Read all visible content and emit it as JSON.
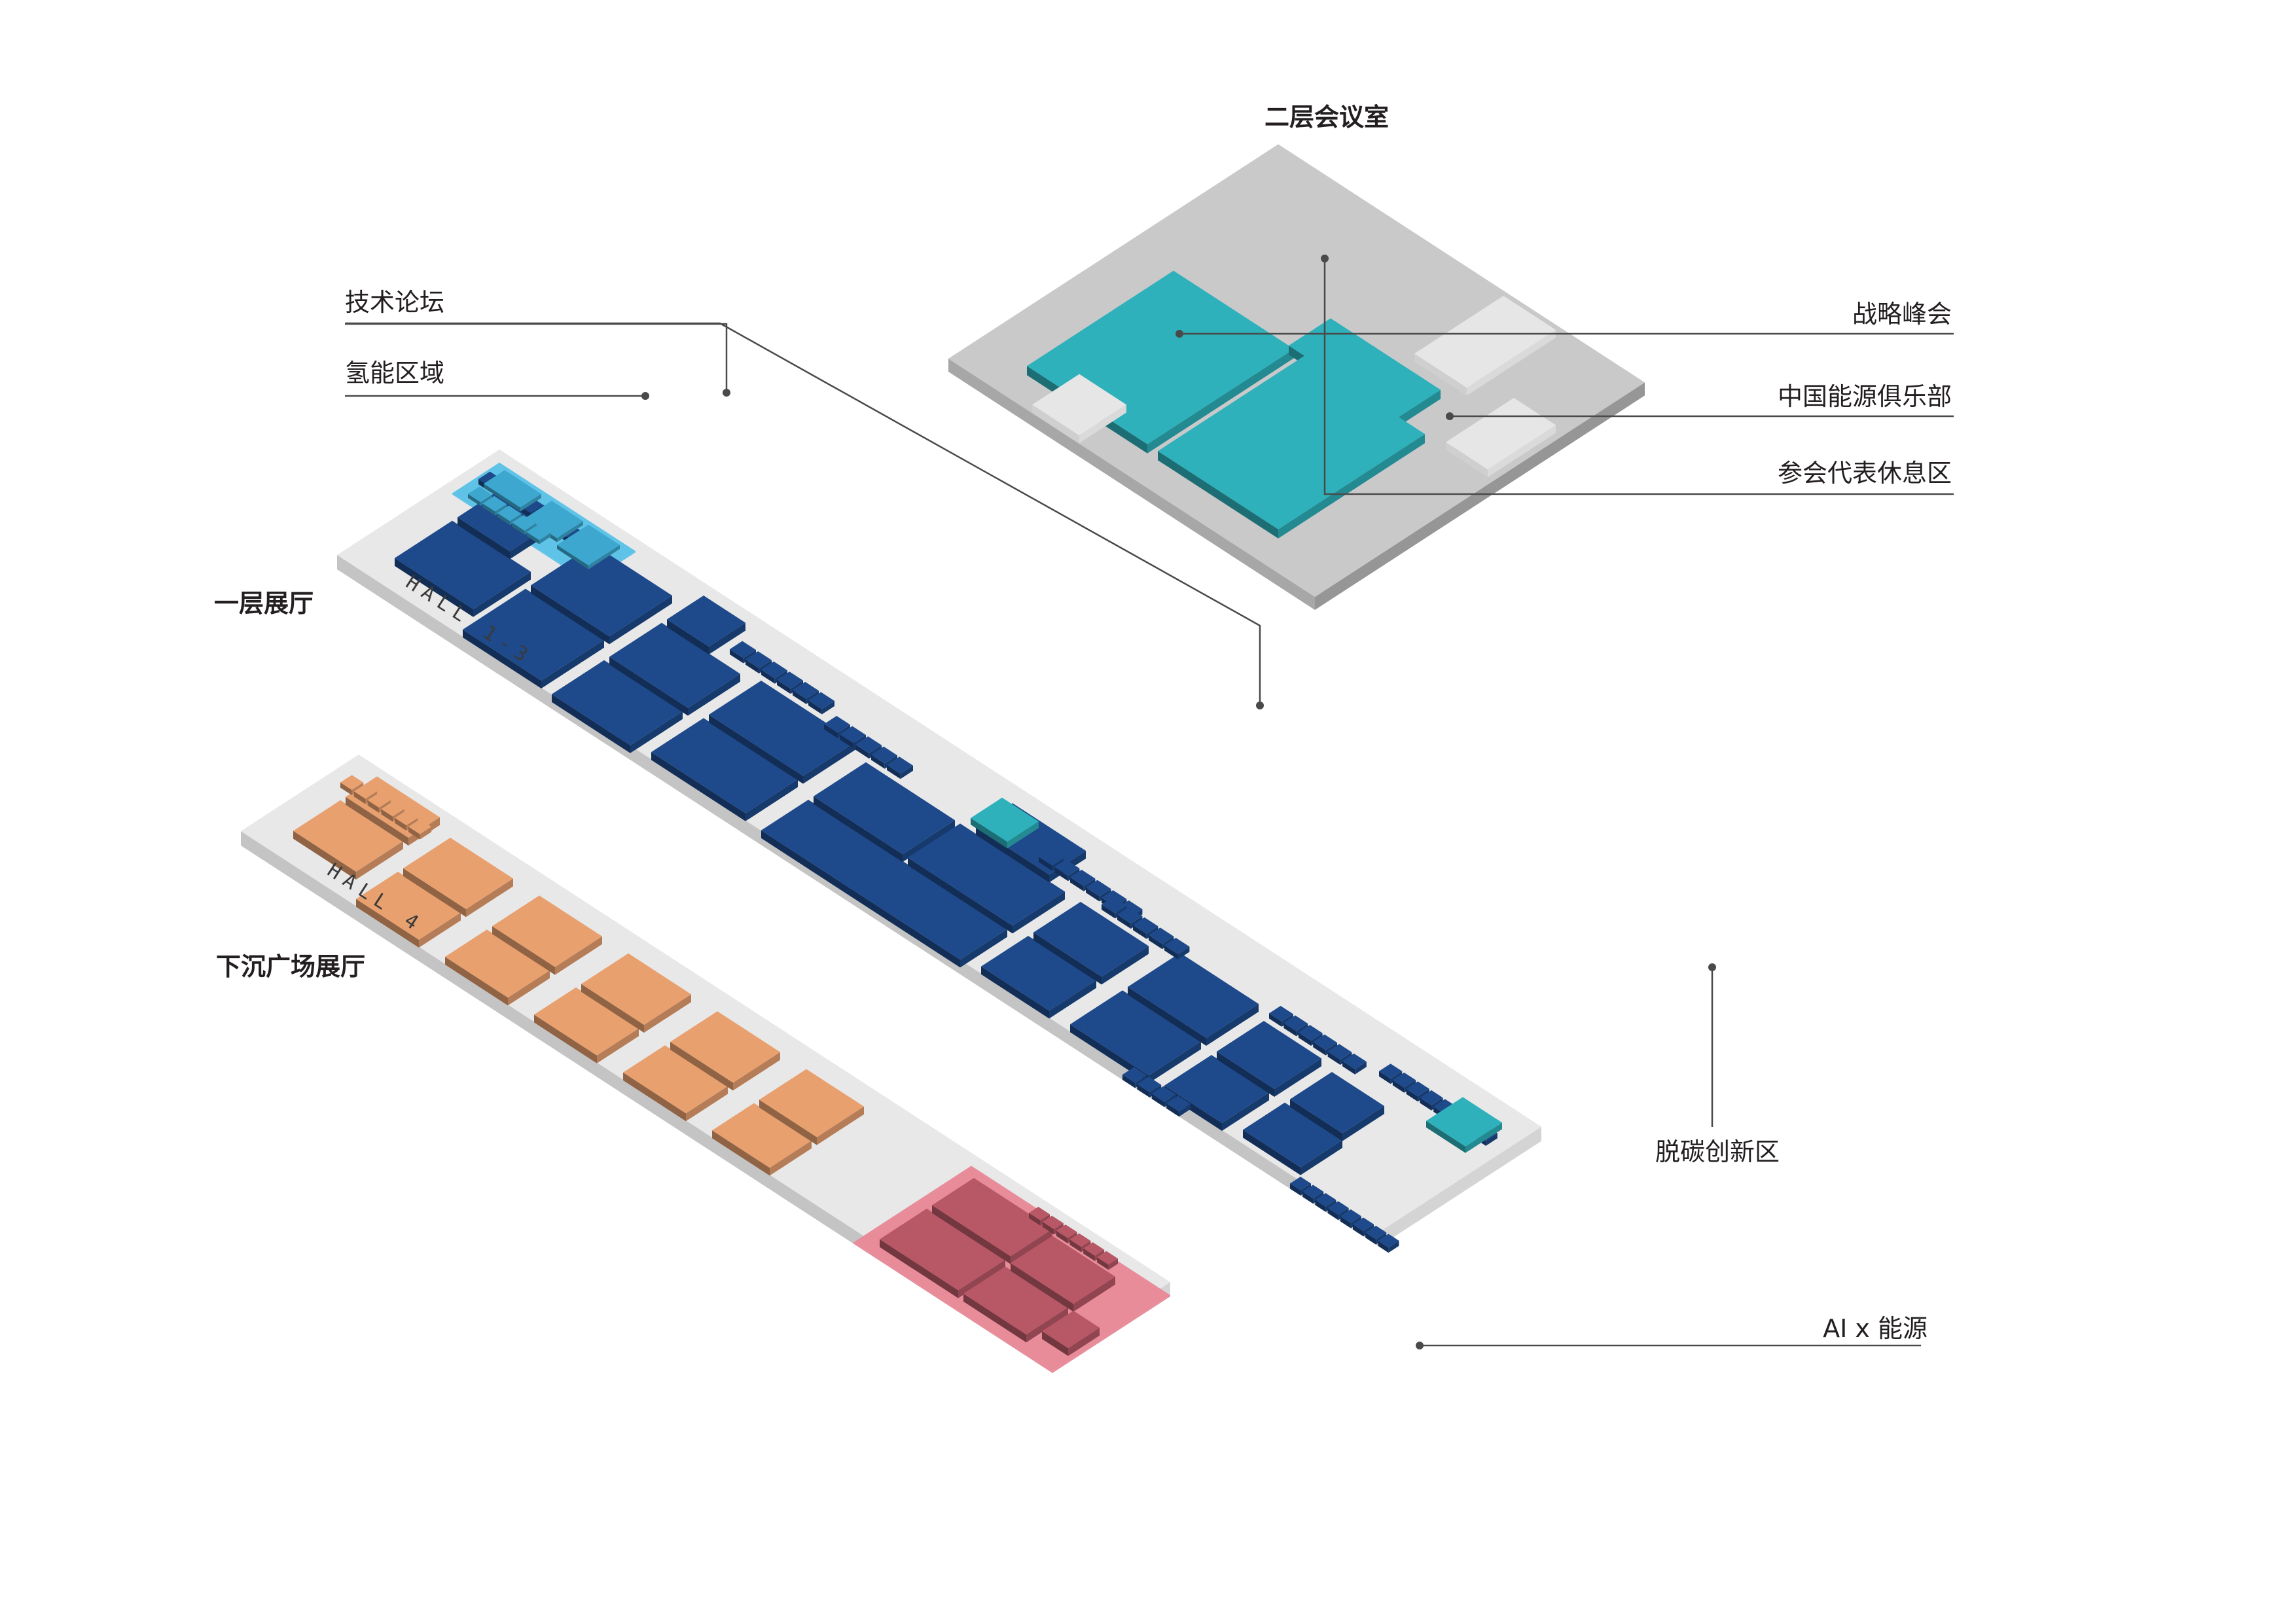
{
  "floors": {
    "mezzanine": "二层会议室",
    "hall_1_3": "一层展厅",
    "sunken_hall": "下沉广场展厅"
  },
  "hall_tags": {
    "hall_1_3": "HALL 1-3",
    "hall_4": "HALL 4"
  },
  "zones": {
    "tech_forum": "技术论坛",
    "hydrogen": "氢能区域",
    "strategy_summit": "战略峰会",
    "energy_club": "中国能源俱乐部",
    "delegate_lounge": "参会代表休息区",
    "decarbonization": "脱碳创新区",
    "ai_energy": "AI x 能源"
  },
  "colors": {
    "ground": "#e8e8e8",
    "ground_side": "#c4c4c4",
    "mezz_ground": "#c9c9ca",
    "mezz_side": "#a7a7a8",
    "booth_blue": "#1e4a8b",
    "hydrogen_zone": "#5fc3e8",
    "hydrogen_booth": "#3da7cf",
    "teal": "#2eb1bb",
    "orange": "#e8a06f",
    "pink_zone": "#e88c9a",
    "maroon": "#b85866",
    "white_block": "#e6e6e6",
    "leader": "#4a4a4a"
  }
}
